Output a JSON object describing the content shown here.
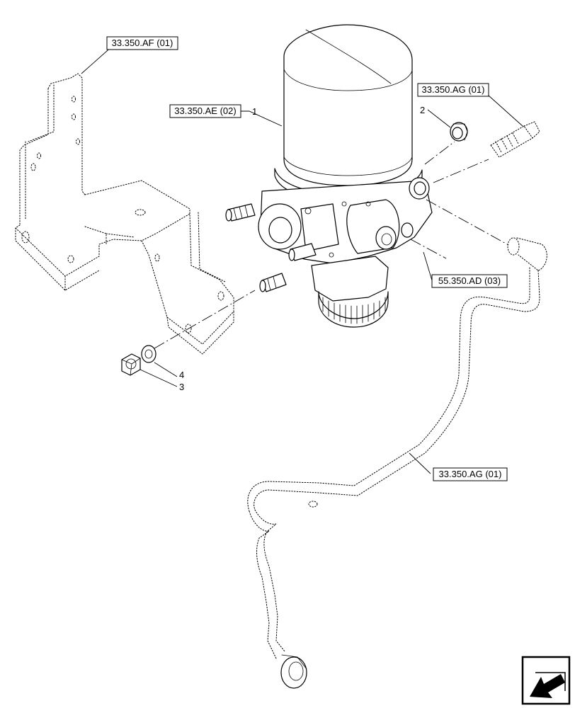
{
  "references": {
    "bracket_ref": "33.350.AF (01)",
    "dryer_ref": "33.350.AE (02)",
    "fitting_ref": "33.350.AG (01)",
    "valve_ref": "55.350.AD (03)",
    "pipe_ref": "33.350.AG (01)"
  },
  "items": {
    "item1": "1",
    "item2": "2",
    "item3": "3",
    "item4": "4"
  },
  "nav_icon": "arrow-down-left-icon"
}
